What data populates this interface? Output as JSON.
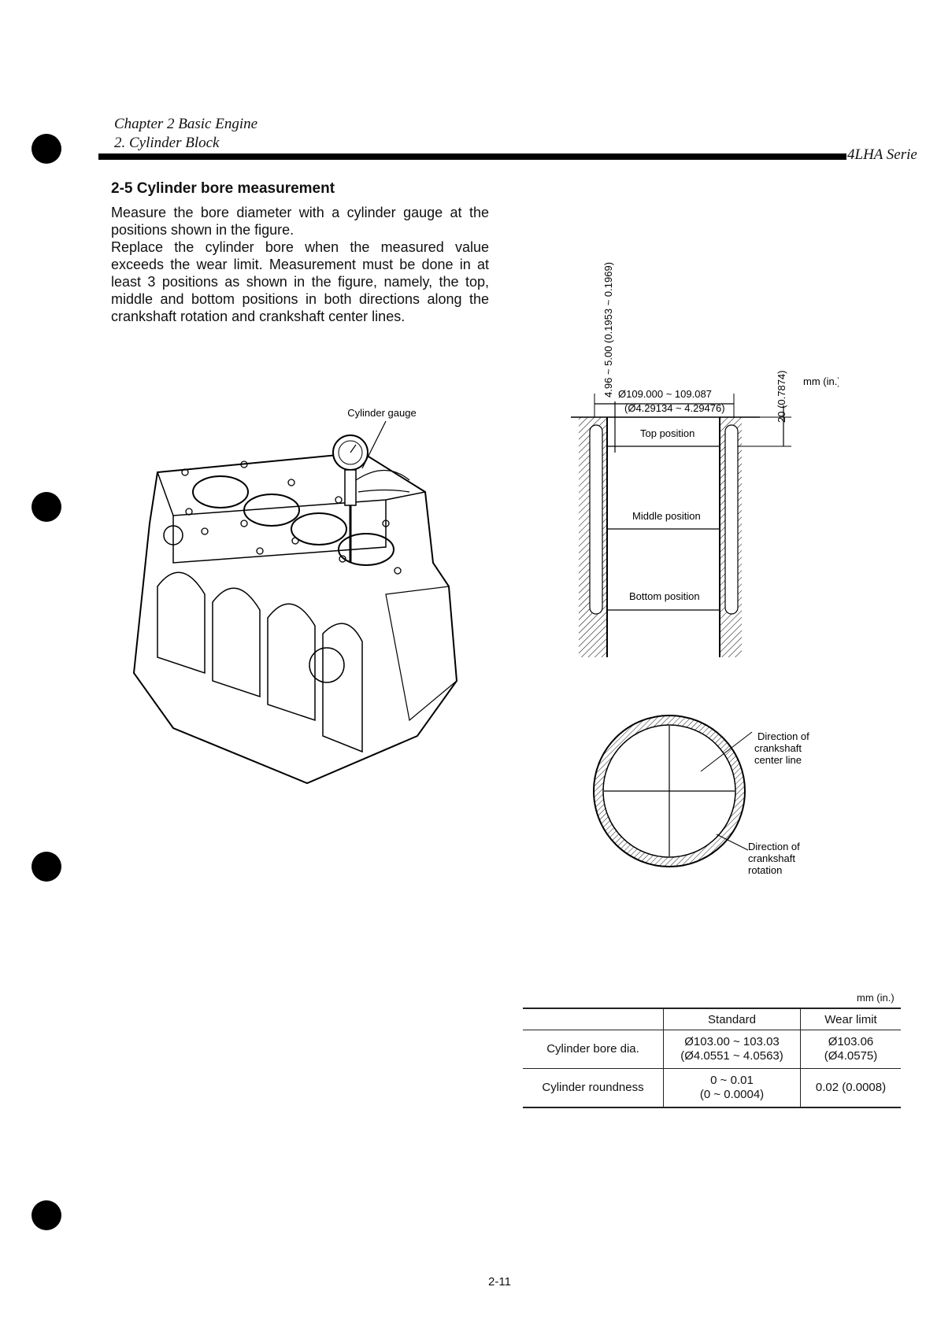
{
  "header": {
    "chapter": "Chapter 2 Basic Engine",
    "section": "2. Cylinder Block",
    "series": "4LHA Serie"
  },
  "section_title": "2-5 Cylinder bore measurement",
  "paragraphs": [
    "Measure the bore diameter with a cylinder gauge at the positions shown in the figure.",
    "Replace the cylinder bore when the measured value exceeds the wear limit. Measurement must be done in at least 3 positions as shown in the figure, namely, the top, middle and bottom positions in both directions along the crankshaft rotation and crankshaft center lines."
  ],
  "figure_engine": {
    "label": "Cylinder gauge"
  },
  "figure_bore": {
    "unit": "mm (in.)",
    "vertical_dim": "4.96 ~ 5.00 (0.1953 ~ 0.1969)",
    "dia_mm": "Ø109.000 ~ 109.087",
    "dia_in": "(Ø4.29134 ~ 4.29476)",
    "top_offset": "20 (0.7874)",
    "top": "Top position",
    "middle": "Middle position",
    "bottom": "Bottom position"
  },
  "figure_circle": {
    "center_line_1": "Direction of",
    "center_line_2": "crankshaft",
    "center_line_3": "center line",
    "rotation_1": "Direction of",
    "rotation_2": "crankshaft",
    "rotation_3": "rotation"
  },
  "table": {
    "unit": "mm (in.)",
    "headers": [
      "",
      "Standard",
      "Wear limit"
    ],
    "rows": [
      {
        "label": "Cylinder bore dia.",
        "standard_1": "Ø103.00 ~ 103.03",
        "standard_2": "(Ø4.0551 ~ 4.0563)",
        "limit": "Ø103.06 (Ø4.0575)"
      },
      {
        "label": "Cylinder roundness",
        "standard_1": "0 ~ 0.01",
        "standard_2": "(0 ~ 0.0004)",
        "limit": "0.02 (0.0008)"
      }
    ]
  },
  "page_number": "2-11"
}
